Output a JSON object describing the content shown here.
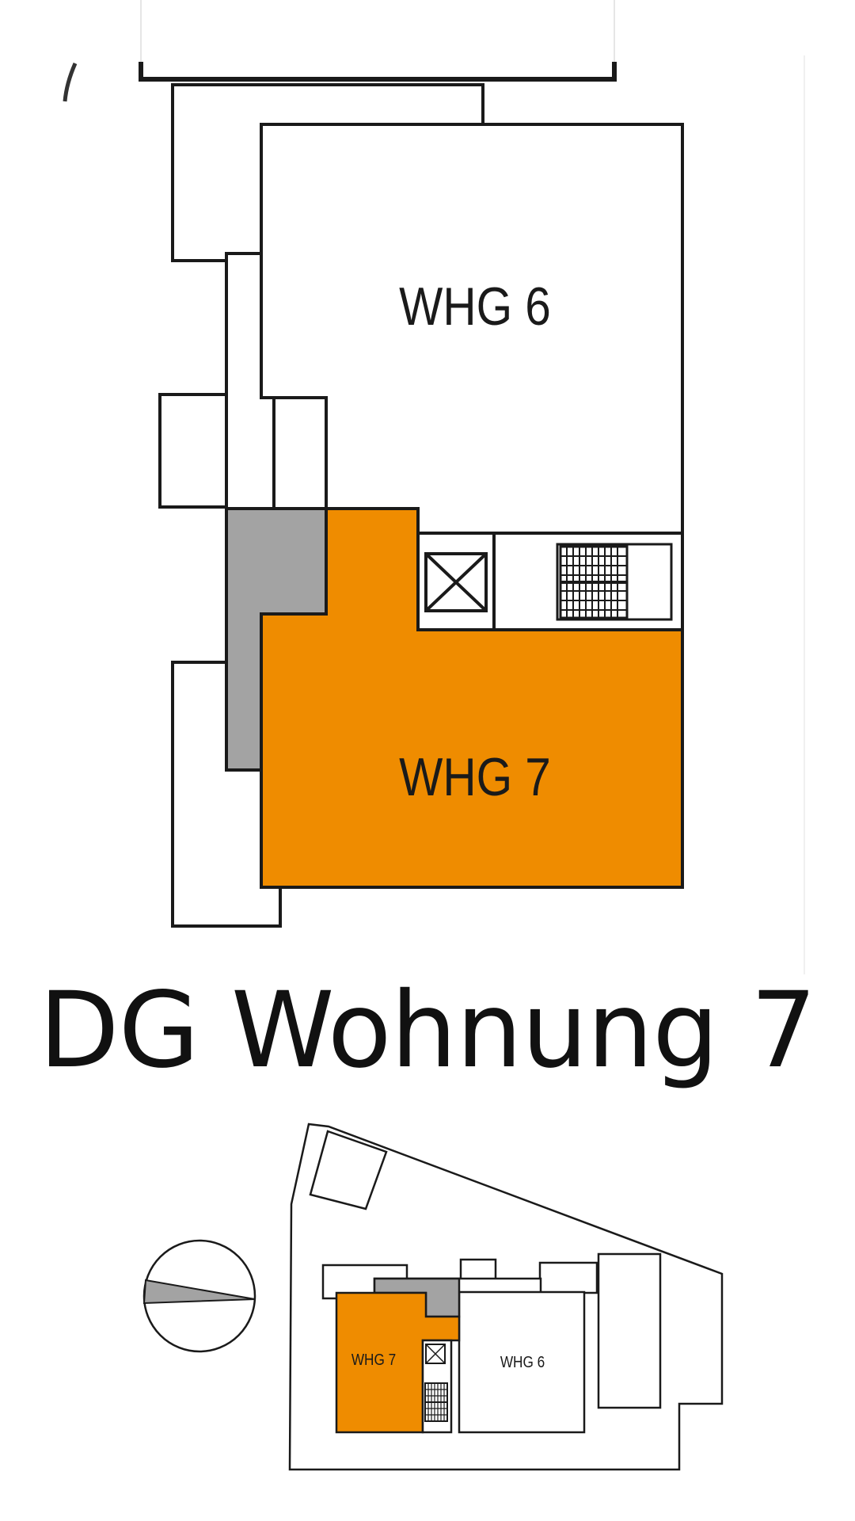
{
  "title": "DG Wohnung 7",
  "units": {
    "upper": "WHG 6",
    "lower": "WHG 7"
  },
  "colors": {
    "highlight": "#ef8c00",
    "balcony": "#a3a3a3",
    "stroke": "#1a1a1a",
    "background": "#ffffff"
  }
}
